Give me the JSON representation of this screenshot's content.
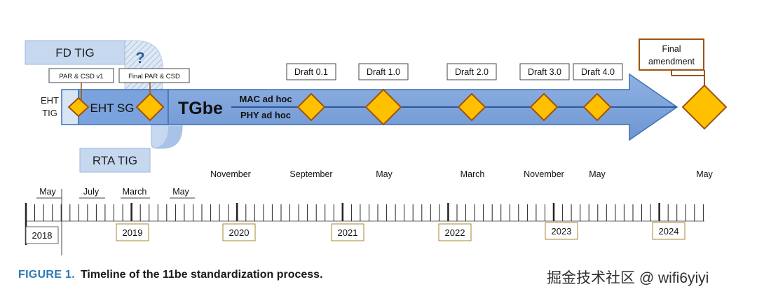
{
  "groups": {
    "fd_tig": "FD TIG",
    "rta_tig": "RTA TIG",
    "eht_tig_line1": "EHT",
    "eht_tig_line2": "TIG",
    "eht_sg": "EHT SG",
    "tgbe": "TGbe",
    "mac_adhoc": "MAC ad hoc",
    "phy_adhoc": "PHY ad hoc",
    "question_mark": "?"
  },
  "milestones": {
    "par_csd_v1": "PAR & CSD v1",
    "final_par_csd": "Final PAR & CSD",
    "draft_01": "Draft 0.1",
    "draft_10": "Draft 1.0",
    "draft_20": "Draft 2.0",
    "draft_30": "Draft 3.0",
    "draft_40": "Draft 4.0",
    "final_amendment_line1": "Final",
    "final_amendment_line2": "amendment"
  },
  "months": {
    "may_2018": "May",
    "july_2018": "July",
    "march_2019": "March",
    "may_2019": "May",
    "november_2019": "November",
    "september_2020": "September",
    "may_2021": "May",
    "march_2022": "March",
    "november_2022": "November",
    "may_2023": "May",
    "may_2024": "May"
  },
  "years": [
    "2018",
    "2019",
    "2020",
    "2021",
    "2022",
    "2023",
    "2024"
  ],
  "caption": {
    "label": "FIGURE 1.",
    "text": "Timeline of the 11be standardization process."
  },
  "watermark": "掘金技术社区 @ wifi6yiyi",
  "colors": {
    "arrow_fill": "#7aa2dc",
    "arrow_stroke": "#3d6fb4",
    "group_fill": "#c6d8f0",
    "diamond_fill": "#ffc000",
    "diamond_stroke": "#a0520e",
    "year_box_border": "#a8842e",
    "caption_label": "#2a78b8"
  }
}
